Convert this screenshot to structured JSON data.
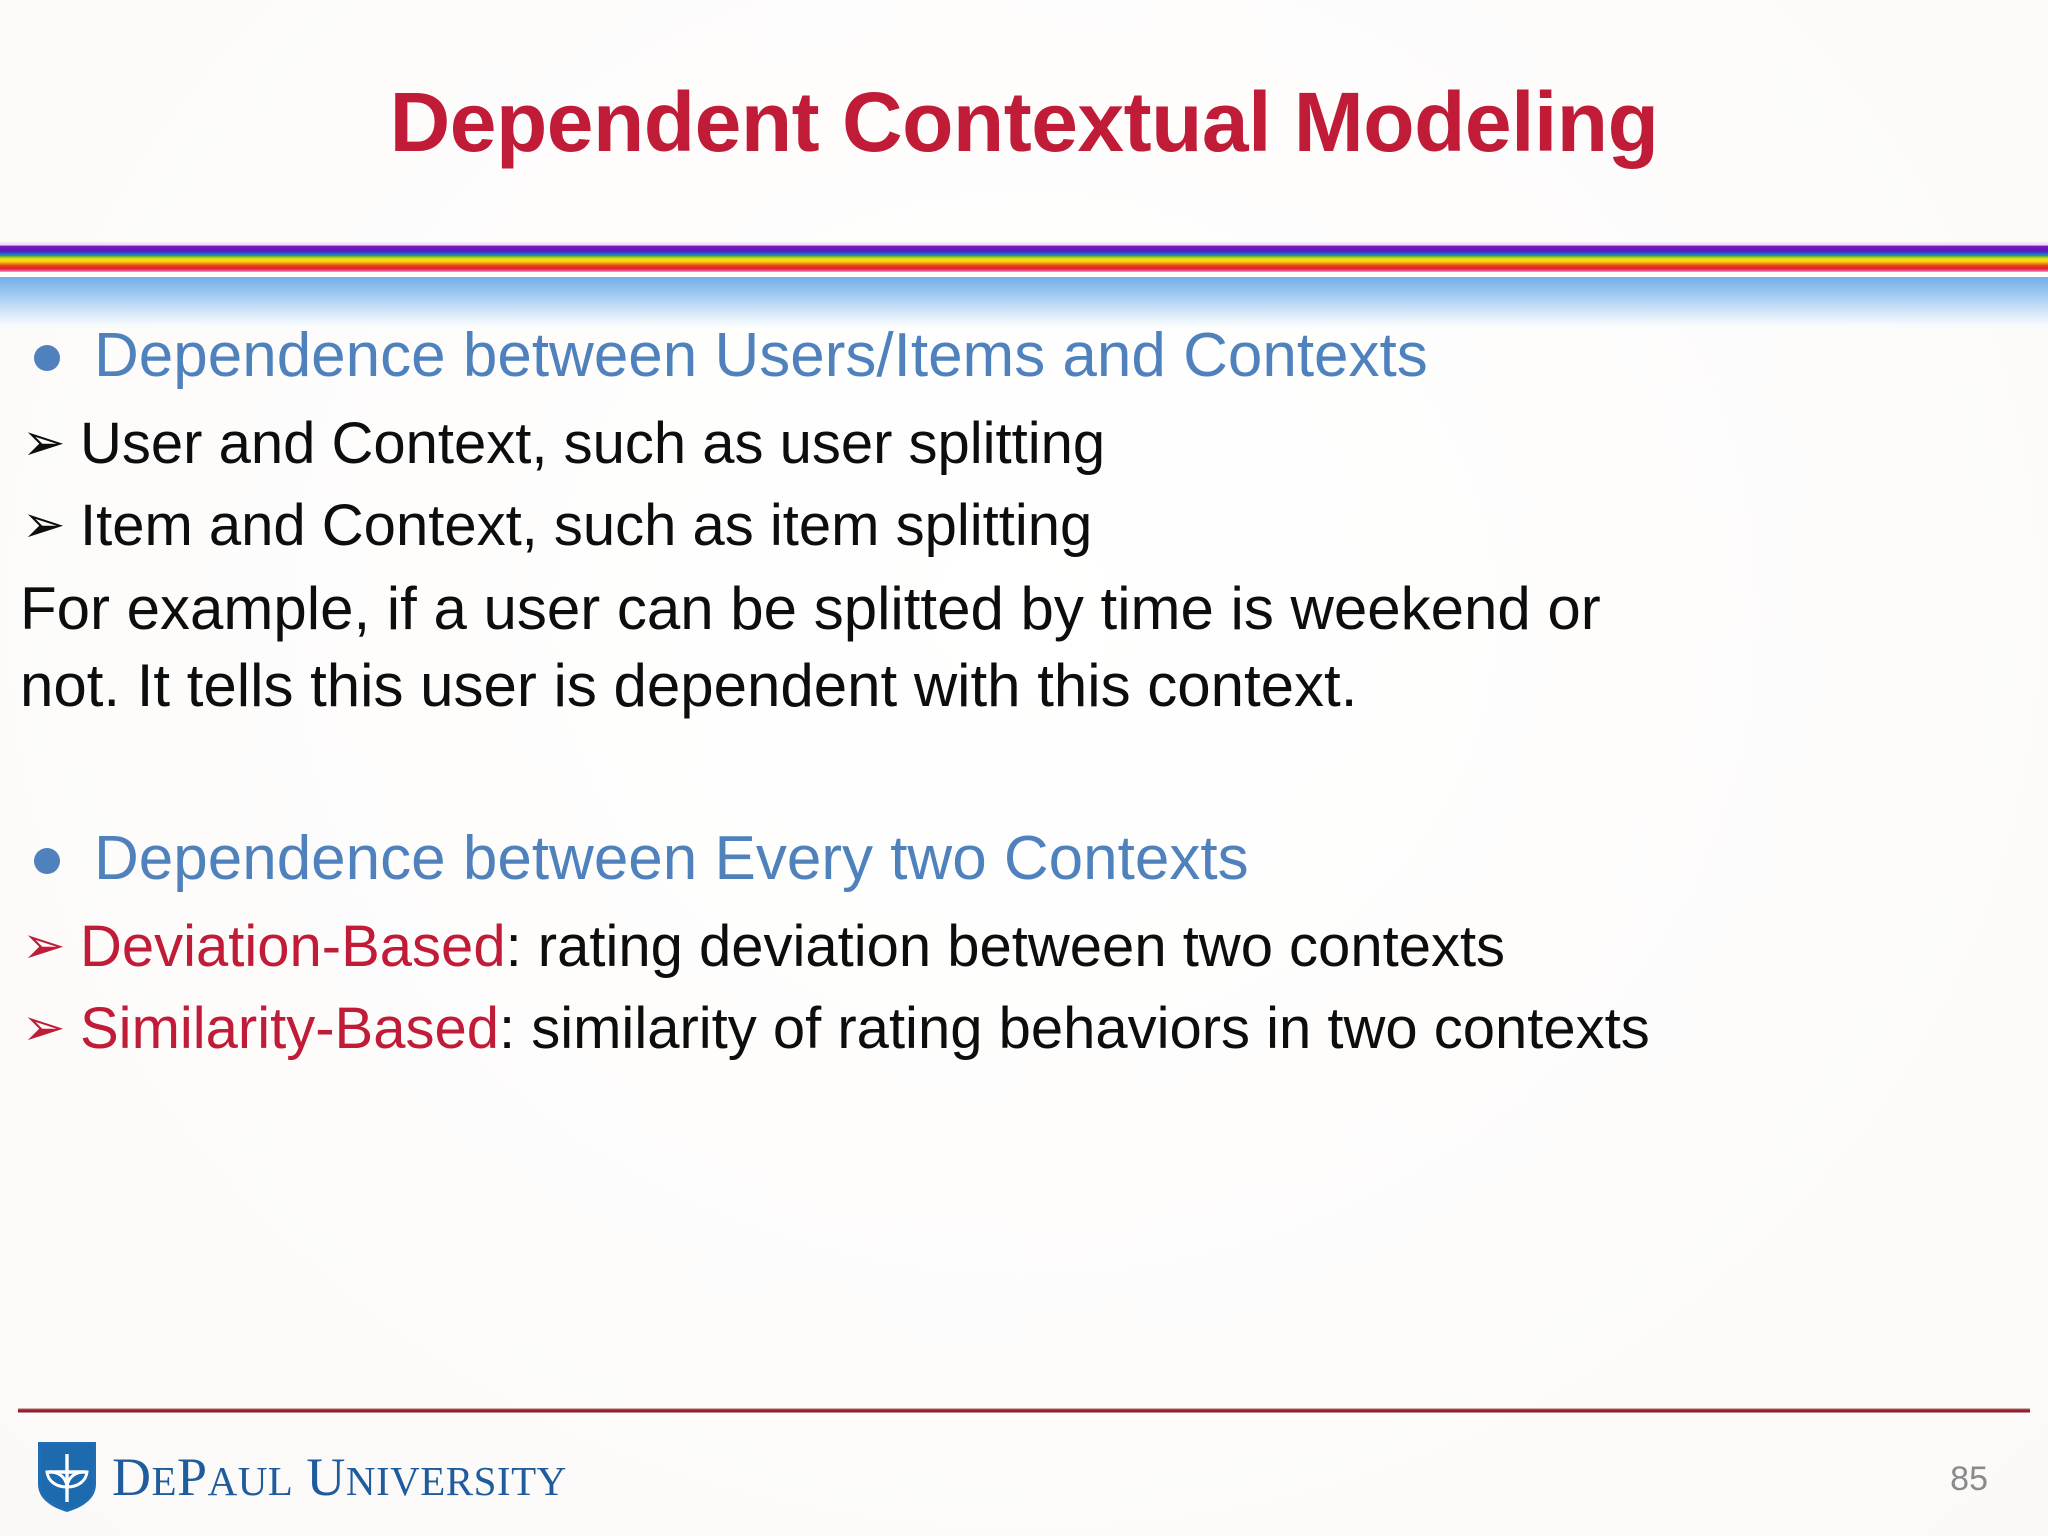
{
  "slide": {
    "title": "Dependent Contextual Modeling",
    "title_color": "#C01B37",
    "heading_color": "#4F81BD",
    "accent_red": "#C01B37",
    "body_color": "#0D0D0D"
  },
  "divider": {
    "name": "rainbow-divider",
    "colors": [
      "#7D18BD",
      "#2741C4",
      "#3F9E4A",
      "#F4E312",
      "#F08A12",
      "#E23A12",
      "#E01F3B",
      "#EF4F86"
    ]
  },
  "sections": [
    {
      "bullet_marker": "●",
      "heading": "Dependence between Users/Items and Contexts",
      "sub_items": [
        {
          "marker": "➢",
          "marker_color": "#0D0D0D",
          "text": "User and Context, such as user splitting"
        },
        {
          "marker": "➢",
          "marker_color": "#0D0D0D",
          "text": "Item and Context, such as item splitting"
        }
      ],
      "paragraph_lines": [
        "For example, if a user can be splitted by time is weekend or",
        "not. It tells this user is dependent with this context."
      ]
    },
    {
      "bullet_marker": "●",
      "heading": "Dependence between Every two Contexts",
      "sub_items": [
        {
          "marker": "➢",
          "marker_color": "#C01B37",
          "emphasis": "Deviation-Based",
          "text": ": rating deviation between two contexts"
        },
        {
          "marker": "➢",
          "marker_color": "#C01B37",
          "emphasis": "Similarity-Based",
          "text": ": similarity of rating behaviors in two contexts"
        }
      ]
    }
  ],
  "footer": {
    "logo_shield": "depaul-shield-icon",
    "logo_parts": {
      "d": "D",
      "e": "E",
      "p": "P",
      "aul": "AUL",
      "u": "U",
      "niversity": "NIVERSITY"
    },
    "logo_full_text": "DePaul University",
    "page_number": "85"
  }
}
